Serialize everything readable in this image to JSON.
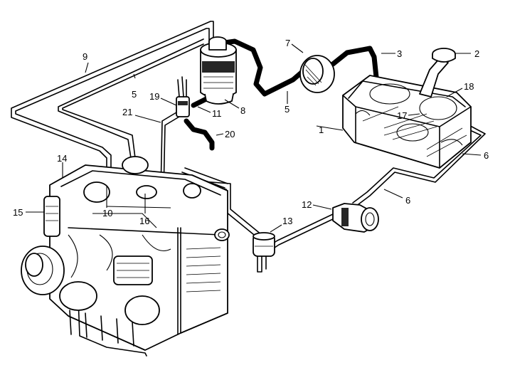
{
  "callouts": [
    {
      "id": "c1",
      "text": "1"
    },
    {
      "id": "c2",
      "text": "2"
    },
    {
      "id": "c3",
      "text": "3"
    },
    {
      "id": "c5a",
      "text": "5"
    },
    {
      "id": "c5b",
      "text": "5"
    },
    {
      "id": "c6a",
      "text": "6"
    },
    {
      "id": "c6b",
      "text": "6"
    },
    {
      "id": "c7",
      "text": "7"
    },
    {
      "id": "c8",
      "text": "8"
    },
    {
      "id": "c9",
      "text": "9"
    },
    {
      "id": "c10",
      "text": "10"
    },
    {
      "id": "c11",
      "text": "11"
    },
    {
      "id": "c12",
      "text": "12"
    },
    {
      "id": "c13",
      "text": "13"
    },
    {
      "id": "c14",
      "text": "14"
    },
    {
      "id": "c15",
      "text": "15"
    },
    {
      "id": "c16",
      "text": "16"
    },
    {
      "id": "c17",
      "text": "17"
    },
    {
      "id": "c18",
      "text": "18"
    },
    {
      "id": "c19",
      "text": "19"
    },
    {
      "id": "c20",
      "text": "20"
    },
    {
      "id": "c21",
      "text": "21"
    }
  ],
  "colors": {
    "ink": "#000000",
    "paper": "#ffffff"
  }
}
